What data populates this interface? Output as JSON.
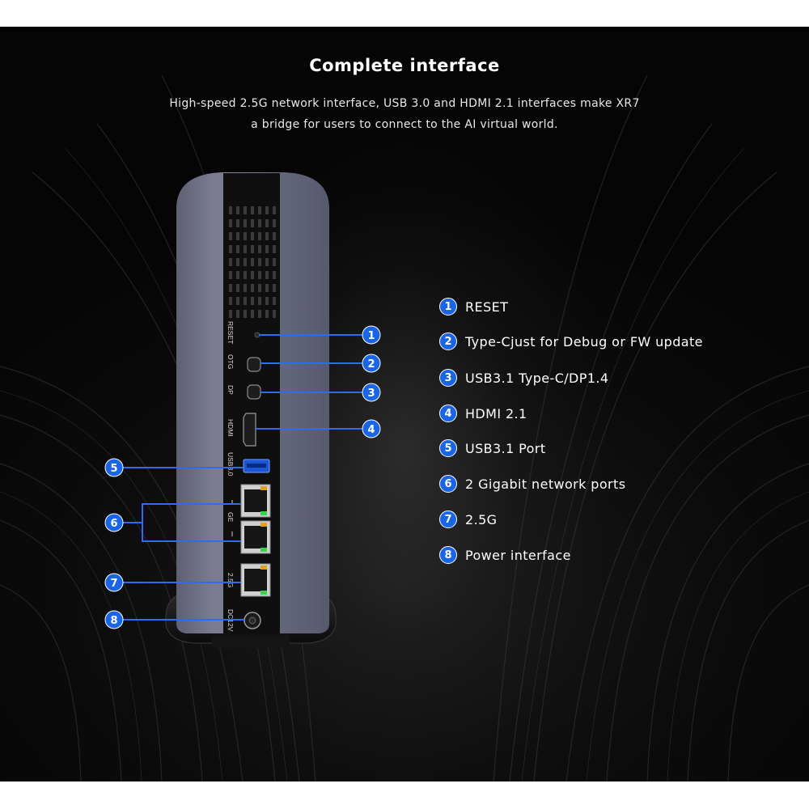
{
  "header": {
    "title": "Complete interface",
    "subtitle_line1": "High-speed 2.5G network interface, USB 3.0 and HDMI 2.1 interfaces make XR7",
    "subtitle_line2": "a bridge for users to connect to the AI virtual world."
  },
  "device": {
    "port_labels": {
      "reset": "RESET",
      "otg": "OTG",
      "dp": "DP",
      "hdmi": "HDMI",
      "usb": "USB3.0",
      "ge": "GE",
      "g25": "2.5G",
      "dc": "DC12V"
    },
    "callouts": [
      "1",
      "2",
      "3",
      "4",
      "5",
      "6",
      "7",
      "8"
    ]
  },
  "legend": {
    "items": [
      {
        "num": "1",
        "label": "RESET"
      },
      {
        "num": "2",
        "label": "Type-Cjust for Debug or FW update"
      },
      {
        "num": "3",
        "label": "USB3.1 Type-C/DP1.4"
      },
      {
        "num": "4",
        "label": "HDMI 2.1"
      },
      {
        "num": "5",
        "label": "USB3.1 Port"
      },
      {
        "num": "6",
        "label": "2 Gigabit network ports"
      },
      {
        "num": "7",
        "label": "2.5G"
      },
      {
        "num": "8",
        "label": "Power interface"
      }
    ]
  },
  "colors": {
    "accent": "#1a64e6",
    "background": "#0b0b0b",
    "device_body": "#7d7f95",
    "port_panel": "#111111"
  }
}
